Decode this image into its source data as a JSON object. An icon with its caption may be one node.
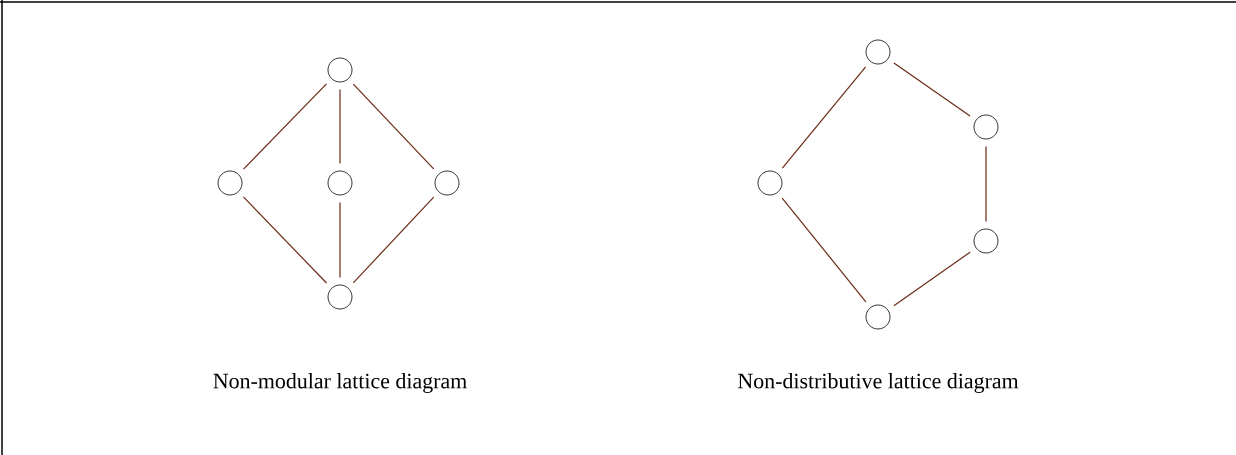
{
  "diagram": {
    "nodes": [
      {
        "text": [],
        "shape": "circle"
      },
      {
        "text": [],
        "shape": "circle"
      },
      {
        "text": [],
        "shape": "circle"
      },
      {
        "text": [],
        "shape": "circle"
      },
      {
        "text": [],
        "shape": "circle"
      },
      {
        "text": [],
        "shape": "circle"
      },
      {
        "text": [],
        "shape": "circle"
      },
      {
        "text": [],
        "shape": "circle"
      },
      {
        "text": [],
        "shape": "circle"
      },
      {
        "text": [],
        "shape": "circle"
      }
    ],
    "edges": [
      {
        "from": 0,
        "to": 1,
        "arrow": "none"
      },
      {
        "from": 0,
        "to": 2,
        "arrow": "none"
      },
      {
        "from": 0,
        "to": 3,
        "arrow": "none"
      },
      {
        "from": 1,
        "to": 4,
        "arrow": "none"
      },
      {
        "from": 2,
        "to": 4,
        "arrow": "none"
      },
      {
        "from": 3,
        "to": 4,
        "arrow": "none"
      },
      {
        "from": 5,
        "to": 7,
        "arrow": "none"
      },
      {
        "from": 5,
        "to": 6,
        "arrow": "none"
      },
      {
        "from": 6,
        "to": 8,
        "arrow": "none"
      },
      {
        "from": 8,
        "to": 9,
        "arrow": "none"
      },
      {
        "from": 7,
        "to": 9,
        "arrow": "none"
      }
    ],
    "labels": [
      "Non-modular lattice diagram",
      "Non-distributive lattice diagram"
    ]
  }
}
